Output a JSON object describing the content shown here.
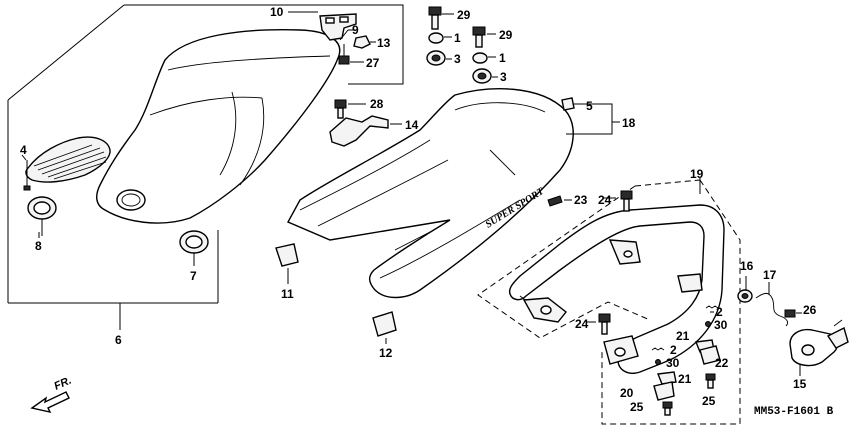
{
  "diagram": {
    "code": "MM53-F1601 B",
    "direction_label": "FR.",
    "cowl_lettering": "SUPER SPORT",
    "callouts": {
      "c1": "1",
      "c1b": "1",
      "c2": "2",
      "c2b": "2",
      "c3": "3",
      "c3b": "3",
      "c4": "4",
      "c5": "5",
      "c6": "6",
      "c7": "7",
      "c8": "8",
      "c9": "9",
      "c10": "10",
      "c11": "11",
      "c12": "12",
      "c13": "13",
      "c14": "14",
      "c15": "15",
      "c16": "16",
      "c17": "17",
      "c18": "18",
      "c19": "19",
      "c20": "20",
      "c21": "21",
      "c21b": "21",
      "c22": "22",
      "c23": "23",
      "c24": "24",
      "c24b": "24",
      "c25": "25",
      "c25b": "25",
      "c26": "26",
      "c27": "27",
      "c28": "28",
      "c29": "29",
      "c29b": "29",
      "c30": "30",
      "c30b": "30"
    }
  }
}
